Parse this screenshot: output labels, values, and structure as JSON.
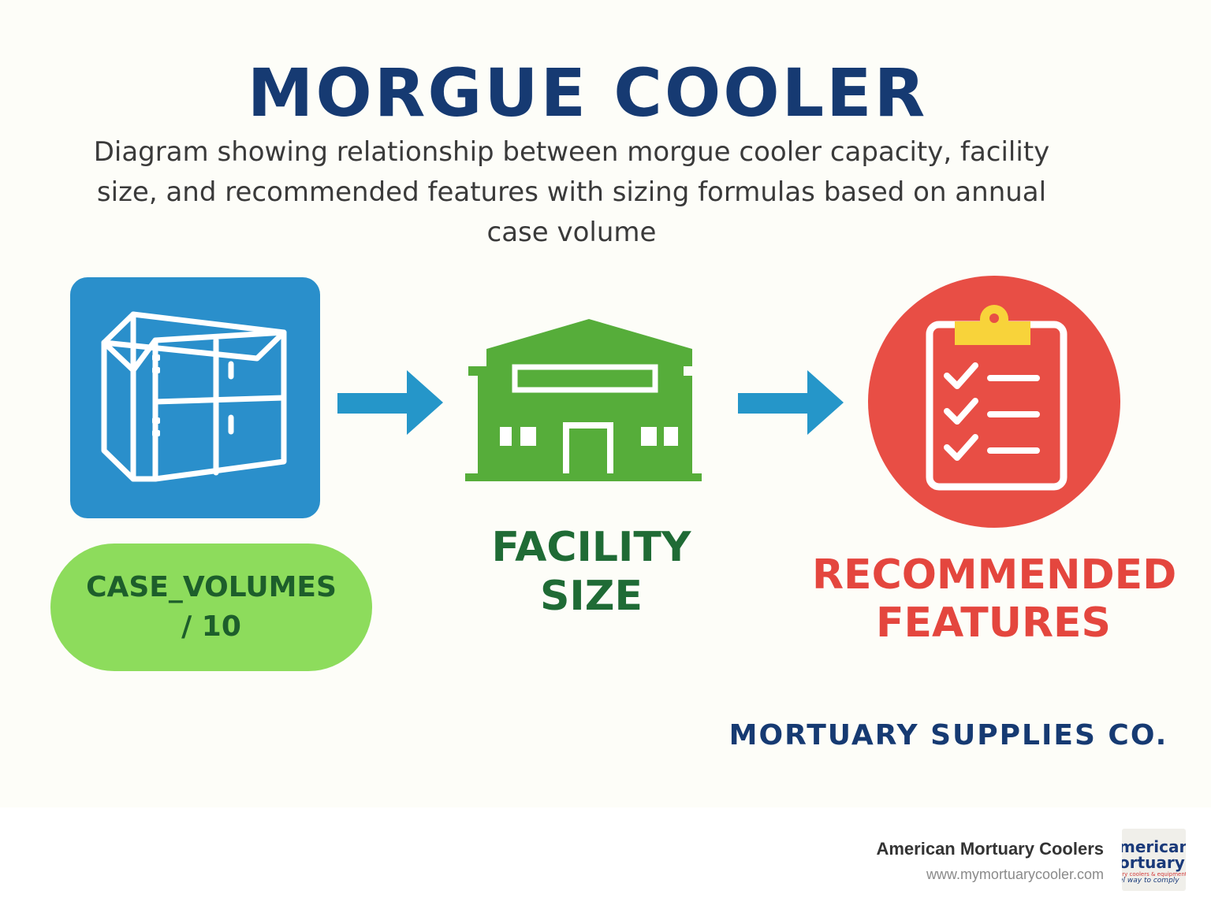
{
  "title": "MORGUE COOLER",
  "subtitle": "Diagram showing relationship between morgue cooler capacity, facility size, and recommended features with sizing formulas based on annual case volume",
  "nodes": {
    "cooler": {
      "formula": "CASE_VOLUMES\n/ 10",
      "color": "#2a8fcb",
      "pill_color": "#8ddc5c",
      "icon": "cooler-cabinet-icon"
    },
    "facility": {
      "label": "FACILITY\nSIZE",
      "color": "#56ad3a",
      "icon": "building-icon"
    },
    "features": {
      "label": "RECOMMENDED\nFEATURES",
      "color": "#e84e45",
      "icon": "clipboard-checklist-icon"
    }
  },
  "arrow_color": "#2596c9",
  "company": "MORTUARY SUPPLIES CO.",
  "footer": {
    "brand": "American Mortuary Coolers",
    "url": "www.mymortuarycooler.com",
    "logo_text": {
      "line1": "merican",
      "line2": "ortuary",
      "line3": "ary coolers & equipment",
      "line4": "el way to comply"
    }
  }
}
